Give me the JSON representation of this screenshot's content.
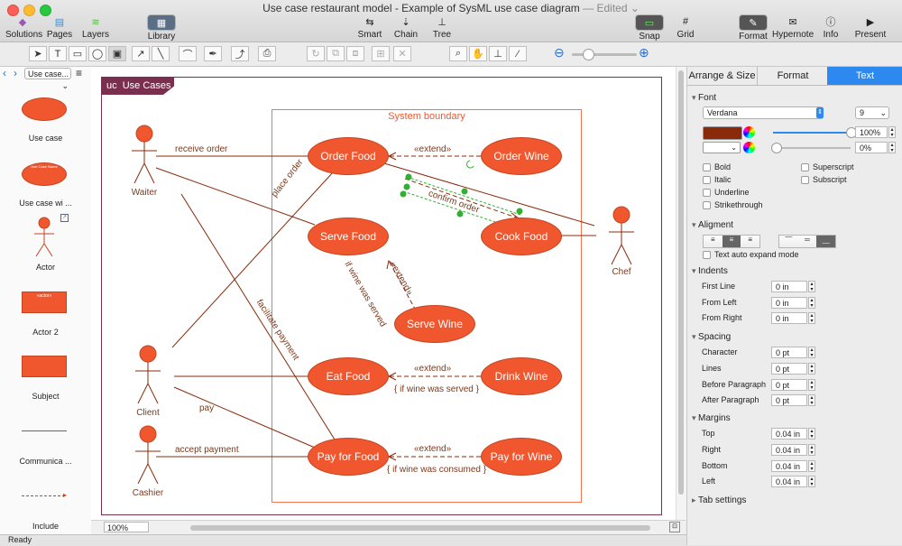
{
  "window": {
    "title": "Use case restaurant model - Example of SysML use case diagram",
    "edited": "— Edited ⌄"
  },
  "toolbar": {
    "solutions": "Solutions",
    "pages": "Pages",
    "layers": "Layers",
    "library": "Library",
    "smart": "Smart",
    "chain": "Chain",
    "tree": "Tree",
    "snap": "Snap",
    "grid": "Grid",
    "format": "Format",
    "hypernote": "Hypernote",
    "info": "Info",
    "present": "Present"
  },
  "library": {
    "dropdown": "Use case...",
    "items": [
      {
        "label": "Use case"
      },
      {
        "label": "Use case wi ...",
        "shape_text": "Use Case Name"
      },
      {
        "label": "Actor"
      },
      {
        "label": "Actor 2",
        "shape_text": "«actor»"
      },
      {
        "label": "Subject"
      },
      {
        "label": "Communica ..."
      },
      {
        "label": "Include"
      }
    ]
  },
  "diagram": {
    "frame_tag": "uc  Use Cases",
    "boundary": "System boundary",
    "actors": {
      "waiter": "Waiter",
      "client": "Client",
      "cashier": "Cashier",
      "chef": "Chef"
    },
    "usecases": {
      "order_food": "Order Food",
      "order_wine": "Order Wine",
      "serve_food": "Serve Food",
      "cook_food": "Cook Food",
      "serve_wine": "Serve Wine",
      "eat_food": "Eat Food",
      "drink_wine": "Drink Wine",
      "pay_for_food": "Pay for Food",
      "pay_for_wine": "Pay for Wine"
    },
    "labels": {
      "receive_order": "receive order",
      "place_order": "place order",
      "facilitate_payment": "facilitate payment",
      "pay": "pay",
      "accept_payment": "accept payment",
      "confirm_order": "confirm order",
      "extend1": "«extend»",
      "extend2": "«extend»",
      "extend3": "«extend»",
      "extend4": "«extend»",
      "cond_wine_served": "if wine was served",
      "cond_eat": "{ if wine was served }",
      "cond_pay": "{ if wine was consumed }"
    }
  },
  "zoom": "100%",
  "status": "Ready",
  "right_panel": {
    "tabs": [
      "Arrange & Size",
      "Format",
      "Text"
    ],
    "active_tab": "Text",
    "font_section": "Font",
    "font_name": "Verdana",
    "font_size": "9",
    "opacity1": "100%",
    "opacity2": "0%",
    "styles_left": [
      "Bold",
      "Italic",
      "Underline",
      "Strikethrough"
    ],
    "styles_right": [
      "Superscript",
      "Subscript"
    ],
    "alignment_section": "Aligment",
    "auto_expand": "Text auto expand mode",
    "indents_section": "Indents",
    "indents": [
      {
        "label": "First Line",
        "value": "0 in"
      },
      {
        "label": "From Left",
        "value": "0 in"
      },
      {
        "label": "From Right",
        "value": "0 in"
      }
    ],
    "spacing_section": "Spacing",
    "spacing": [
      {
        "label": "Character",
        "value": "0 pt"
      },
      {
        "label": "Lines",
        "value": "0 pt"
      },
      {
        "label": "Before Paragraph",
        "value": "0 pt"
      },
      {
        "label": "After Paragraph",
        "value": "0 pt"
      }
    ],
    "margins_section": "Margins",
    "margins": [
      {
        "label": "Top",
        "value": "0.04 in"
      },
      {
        "label": "Right",
        "value": "0.04 in"
      },
      {
        "label": "Bottom",
        "value": "0.04 in"
      },
      {
        "label": "Left",
        "value": "0.04 in"
      }
    ],
    "tab_settings": "Tab settings"
  },
  "colors": {
    "usecase": "#f0572e",
    "frame_tag": "#7b2f4f",
    "active_tab": "#2d89ef",
    "text_color": "#8a2a0a",
    "accent": "#c0392b"
  }
}
